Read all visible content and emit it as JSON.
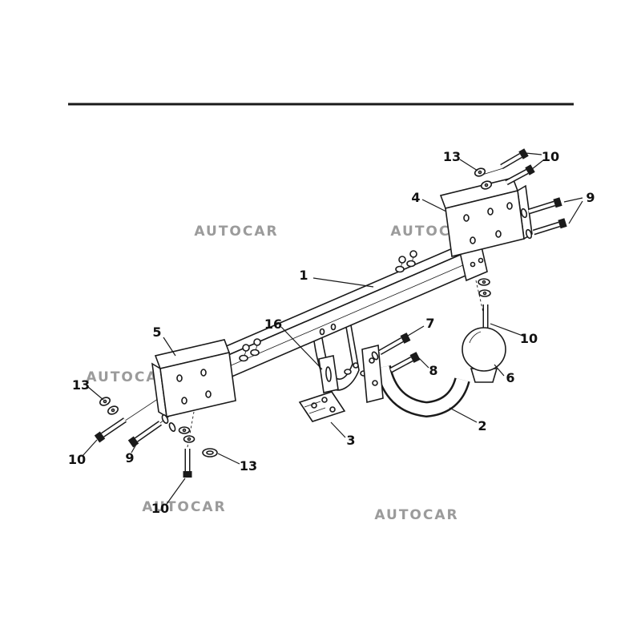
{
  "colors": {
    "background": "#ffffff",
    "line": "#1a1a1a",
    "watermark": "#9b9b9b"
  },
  "watermark": {
    "text": "AUTOCAR"
  },
  "diagram": {
    "labels": [
      {
        "id": "washers-top-right",
        "text": "13"
      },
      {
        "id": "bolts-top-right",
        "text": "10"
      },
      {
        "id": "bolts-right",
        "text": "9"
      },
      {
        "id": "right-bracket",
        "text": "4"
      },
      {
        "id": "crossmember",
        "text": "1"
      },
      {
        "id": "center-channel",
        "text": "16"
      },
      {
        "id": "bolt-upper-center",
        "text": "7"
      },
      {
        "id": "left-bracket",
        "text": "5"
      },
      {
        "id": "bolt-lower-center",
        "text": "8"
      },
      {
        "id": "tow-ball",
        "text": "6"
      },
      {
        "id": "washers-left",
        "text": "13"
      },
      {
        "id": "ball-neck",
        "text": "2"
      },
      {
        "id": "bolt-left-lower",
        "text": "10"
      },
      {
        "id": "bolt-left",
        "text": "9"
      },
      {
        "id": "mount-plate",
        "text": "3"
      },
      {
        "id": "washer-bottom",
        "text": "13"
      },
      {
        "id": "bolt-bottom",
        "text": "10"
      }
    ]
  }
}
